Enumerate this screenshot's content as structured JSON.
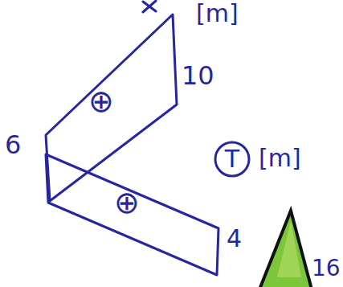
{
  "diagram": {
    "nodes": [
      {
        "text": [
          "⊕"
        ]
      },
      {
        "text": [
          "T"
        ]
      },
      {
        "text": [
          "⊕"
        ]
      }
    ],
    "labels": [
      "[m]",
      "10",
      "6",
      "[m]",
      "4",
      "16"
    ]
  }
}
